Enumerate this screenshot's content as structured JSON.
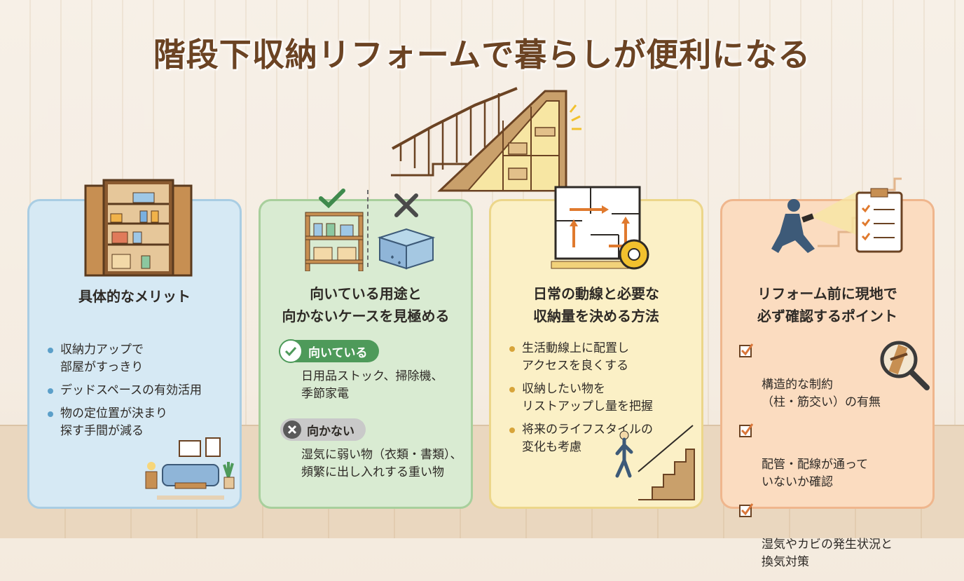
{
  "title": "階段下収納リフォームで暮らしが便利になる",
  "cards": [
    {
      "title": "具体的なメリット",
      "bullets": [
        "収納力アップで\n部屋がすっきり",
        "デッドスペースの有効活用",
        "物の定位置が決まり\n探す手間が減る"
      ]
    },
    {
      "title": "向いている用途と\n向かないケースを見極める",
      "yes_label": "向いている",
      "yes_text": "日用品ストック、掃除機、\n季節家電",
      "no_label": "向かない",
      "no_text": "湿気に弱い物（衣類・書類）、\n頻繁に出し入れする重い物"
    },
    {
      "title": "日常の動線と必要な\n収納量を決める方法",
      "bullets": [
        "生活動線上に配置し\nアクセスを良くする",
        "収納したい物を\nリストアップし量を把握",
        "将来のライフスタイルの\n変化も考慮"
      ]
    },
    {
      "title": "リフォーム前に現地で\n必ず確認するポイント",
      "checks": [
        "構造的な制約\n（柱・筋交い）の有無",
        "配管・配線が通って\nいないか確認",
        "湿気やカビの発生状況と\n換気対策"
      ]
    }
  ],
  "colors": {
    "title": "#6b4323",
    "card1_bg": "#d6e9f4",
    "card2_bg": "#d9ebd2",
    "card3_bg": "#fbf0c6",
    "card4_bg": "#fbdcc0",
    "check_green": "#4e9a5a",
    "check_orange": "#d9773a"
  },
  "icons": [
    "cabinet-icon",
    "shelf-icon",
    "wet-box-icon",
    "check-icon",
    "cross-icon",
    "floor-plan-icon",
    "tape-measure-icon",
    "walking-person-icon",
    "worker-flashlight-icon",
    "clipboard-icon",
    "magnifier-icon",
    "living-room-icon",
    "stair-storage-icon"
  ]
}
